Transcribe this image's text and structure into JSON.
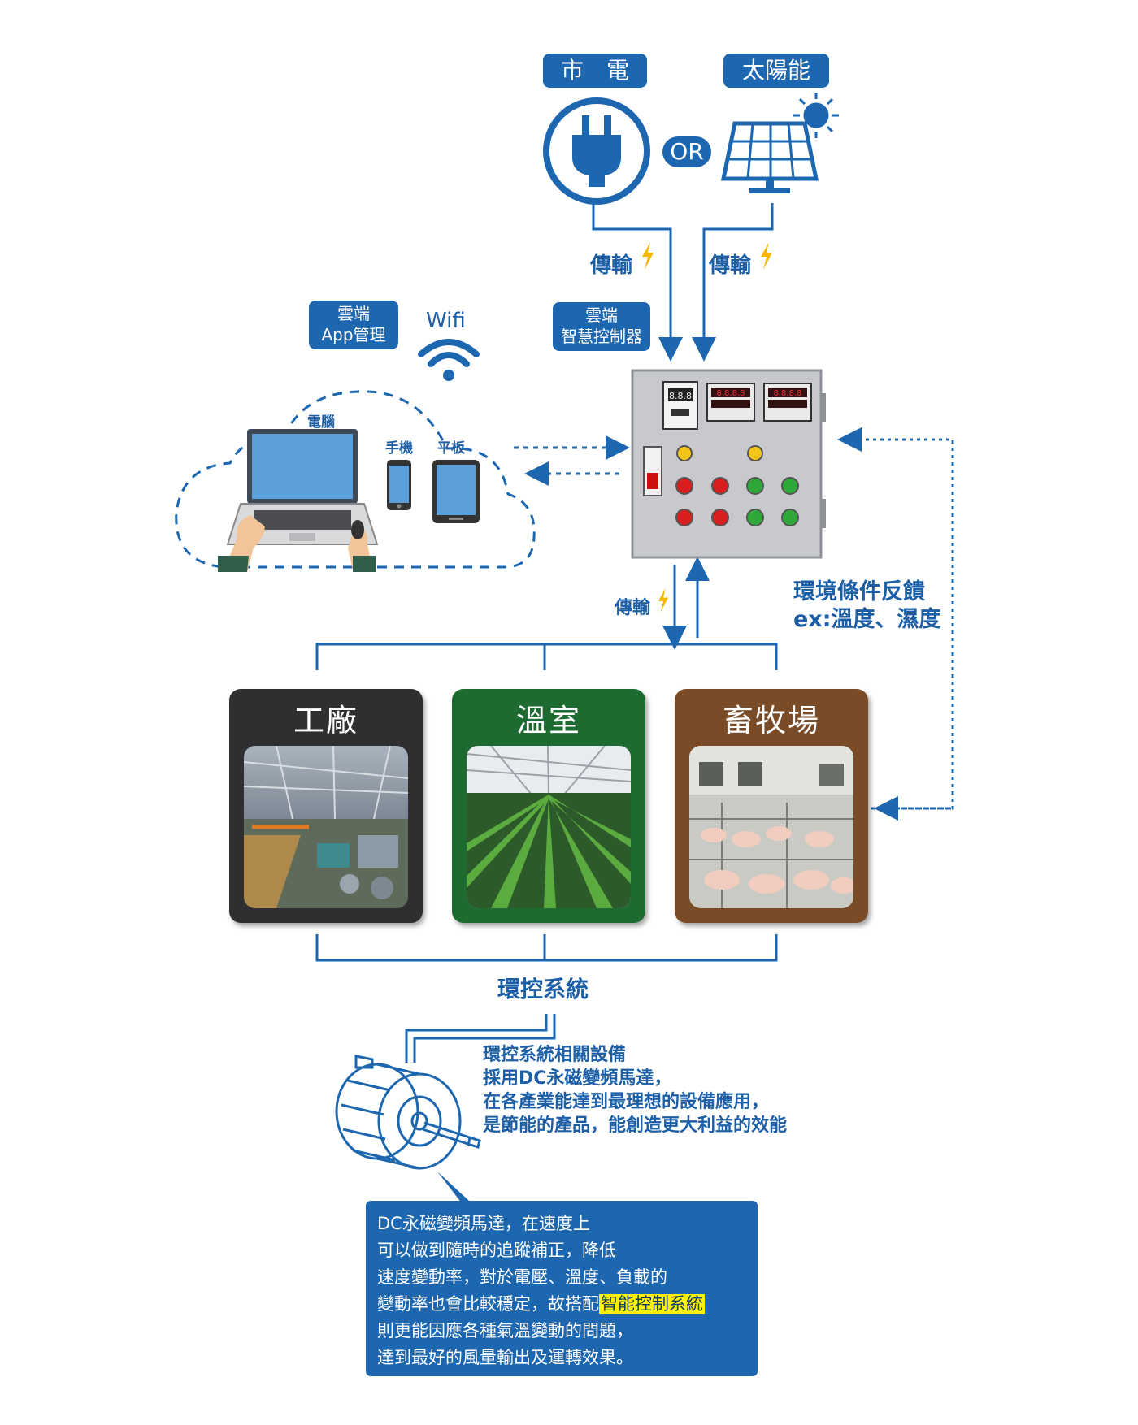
{
  "power": {
    "grid_label": "市　電",
    "solar_label": "太陽能",
    "or_label": "OR",
    "transmit_left": "傳輸",
    "transmit_right": "傳輸"
  },
  "cloud": {
    "app_label_line1": "雲端",
    "app_label_line2": "App管理",
    "wifi_label": "Wifi",
    "computer_label": "電腦",
    "phone_label": "手機",
    "tablet_label": "平板"
  },
  "controller": {
    "label_line1": "雲端",
    "label_line2": "智慧控制器",
    "display_value": "8.8.8",
    "meter_value": "8.8.8.8"
  },
  "links": {
    "transmit_down": "傳輸",
    "feedback_line1": "環境條件反饋",
    "feedback_line2": "ex:溫度、濕度"
  },
  "sites": [
    {
      "name": "工廠",
      "color": "#2f2f31"
    },
    {
      "name": "溫室",
      "color": "#1e6b31"
    },
    {
      "name": "畜牧場",
      "color": "#7a4b27"
    }
  ],
  "system_label": "環控系統",
  "motor_description": [
    "環控系統相關設備",
    "採用DC永磁變頻馬達，",
    "在各產業能達到最理想的設備應用，",
    "是節能的產品，能創造更大利益的效能"
  ],
  "info": {
    "line1": "DC永磁變頻馬達，在速度上",
    "line2": "可以做到隨時的追蹤補正，降低",
    "line3": "速度變動率，對於電壓、溫度、負載的",
    "line4_pre": "變動率也會比較穩定，故搭配",
    "line4_highlight": "智能控制系統",
    "line5": "則更能因應各種氣溫變動的問題，",
    "line6": "達到最好的風量輸出及運轉效果。"
  },
  "colors": {
    "accent": "#1d66b0",
    "lightning": "#f5b800",
    "highlight": "#fff200"
  }
}
